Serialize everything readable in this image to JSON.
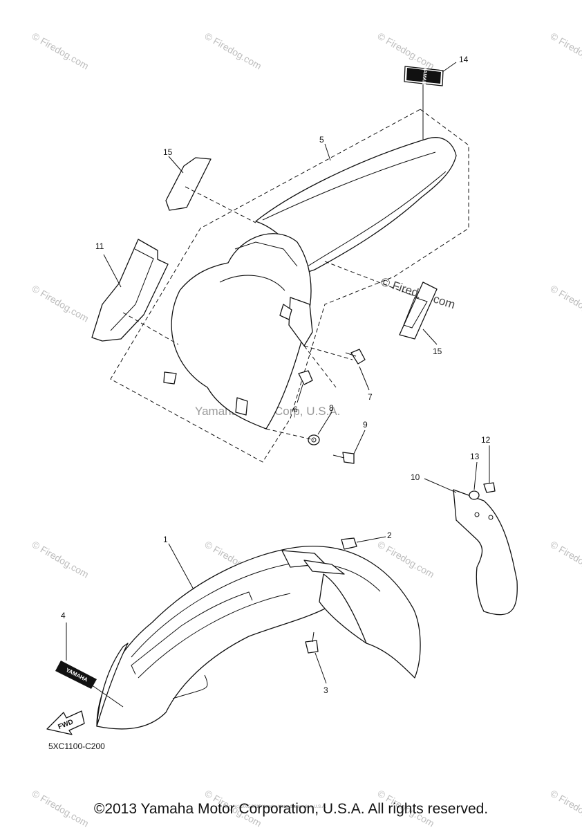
{
  "watermark": {
    "text": "© Firedog.com",
    "center_text": "Yamaha Motor Corp, U.S.A."
  },
  "callouts": {
    "n1": "1",
    "n2": "2",
    "n3": "3",
    "n4": "4",
    "n5": "5",
    "n6": "6",
    "n7": "7",
    "n8": "8",
    "n9": "9",
    "n10": "10",
    "n11": "11",
    "n12": "12",
    "n13": "13",
    "n14": "14",
    "n15a": "15",
    "n15b": "15"
  },
  "decals": {
    "yamaha_top": "YAMAHA",
    "yamaha_front": "YAMAHA",
    "fwd": "FWD"
  },
  "part_code": "5XC1100-C200",
  "small_credit": "(c) 2005-2015 Yamaha Motor Corporation, U.S.A.",
  "footer": "©2013 Yamaha Motor Corporation, U.S.A. All rights reserved."
}
